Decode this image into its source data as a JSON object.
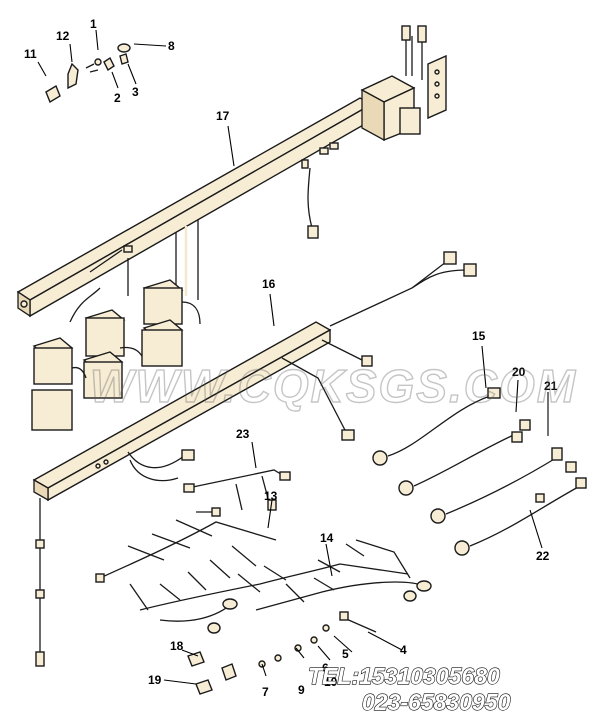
{
  "callouts": [
    {
      "id": "1",
      "label": "1"
    },
    {
      "id": "2",
      "label": "2"
    },
    {
      "id": "3",
      "label": "3"
    },
    {
      "id": "4",
      "label": "4"
    },
    {
      "id": "5",
      "label": "5"
    },
    {
      "id": "6",
      "label": "6"
    },
    {
      "id": "7",
      "label": "7"
    },
    {
      "id": "8",
      "label": "8"
    },
    {
      "id": "9",
      "label": "9"
    },
    {
      "id": "10",
      "label": "10"
    },
    {
      "id": "11",
      "label": "11"
    },
    {
      "id": "12",
      "label": "12"
    },
    {
      "id": "13",
      "label": "13"
    },
    {
      "id": "14",
      "label": "14"
    },
    {
      "id": "15",
      "label": "15"
    },
    {
      "id": "16",
      "label": "16"
    },
    {
      "id": "17",
      "label": "17"
    },
    {
      "id": "18",
      "label": "18"
    },
    {
      "id": "19",
      "label": "19"
    },
    {
      "id": "20",
      "label": "20"
    },
    {
      "id": "21",
      "label": "21"
    },
    {
      "id": "22",
      "label": "22"
    },
    {
      "id": "23",
      "label": "23"
    }
  ],
  "watermark": "WWW.CQKSGS.COM",
  "contact": {
    "phone": "TEL:15310305680",
    "landline": "023-65830950"
  }
}
